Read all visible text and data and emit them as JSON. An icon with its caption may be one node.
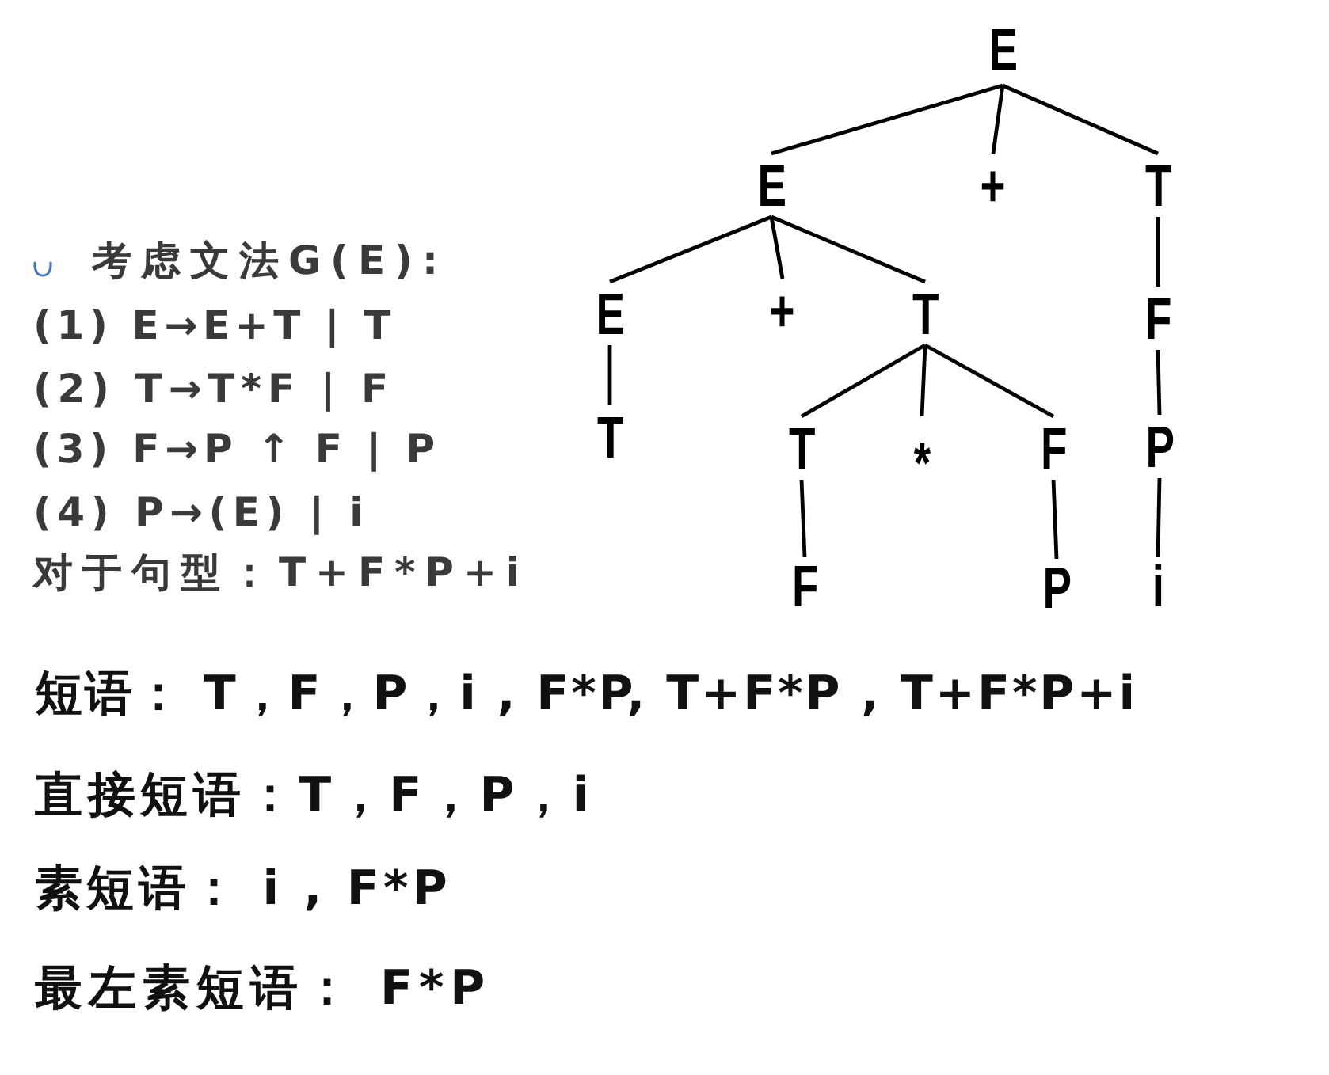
{
  "diagram": {
    "nodes": [
      {
        "text": [
          "E"
        ]
      },
      {
        "text": [
          "E"
        ]
      },
      {
        "text": [
          "+"
        ]
      },
      {
        "text": [
          "T"
        ]
      },
      {
        "text": [
          "E"
        ]
      },
      {
        "text": [
          "+"
        ]
      },
      {
        "text": [
          "T"
        ]
      },
      {
        "text": [
          "F"
        ]
      },
      {
        "text": [
          "T"
        ]
      },
      {
        "text": [
          "T"
        ]
      },
      {
        "text": [
          "*"
        ]
      },
      {
        "text": [
          "F"
        ]
      },
      {
        "text": [
          "P"
        ]
      },
      {
        "text": [
          "F"
        ]
      },
      {
        "text": [
          "P"
        ]
      },
      {
        "text": [
          "i"
        ]
      }
    ],
    "edges": [
      {
        "from": 0,
        "to": 1,
        "arrow": "none"
      },
      {
        "from": 0,
        "to": 2,
        "arrow": "none"
      },
      {
        "from": 0,
        "to": 3,
        "arrow": "none"
      },
      {
        "from": 1,
        "to": 4,
        "arrow": "none"
      },
      {
        "from": 1,
        "to": 5,
        "arrow": "none"
      },
      {
        "from": 1,
        "to": 6,
        "arrow": "none"
      },
      {
        "from": 3,
        "to": 7,
        "arrow": "none"
      },
      {
        "from": 4,
        "to": 8,
        "arrow": "none"
      },
      {
        "from": 6,
        "to": 9,
        "arrow": "none"
      },
      {
        "from": 6,
        "to": 10,
        "arrow": "none"
      },
      {
        "from": 6,
        "to": 11,
        "arrow": "none"
      },
      {
        "from": 7,
        "to": 12,
        "arrow": "none"
      },
      {
        "from": 9,
        "to": 13,
        "arrow": "none"
      },
      {
        "from": 11,
        "to": 14,
        "arrow": "none"
      },
      {
        "from": 12,
        "to": 15,
        "arrow": "none"
      }
    ],
    "labels": [
      "考虑文法G(E):",
      "(1) E→E+T | T",
      "(2) T→T*F | F",
      "(3) F→P ↑ F | P",
      "(4) P→(E) | i",
      "对于句型：T+F*P+i",
      "短语： T，F，P，i , F*P, T+F*P , T+F*P+i",
      "直接短语：T，F，P，i",
      "素短语： i , F*P",
      "最左素短语： F*P"
    ]
  }
}
